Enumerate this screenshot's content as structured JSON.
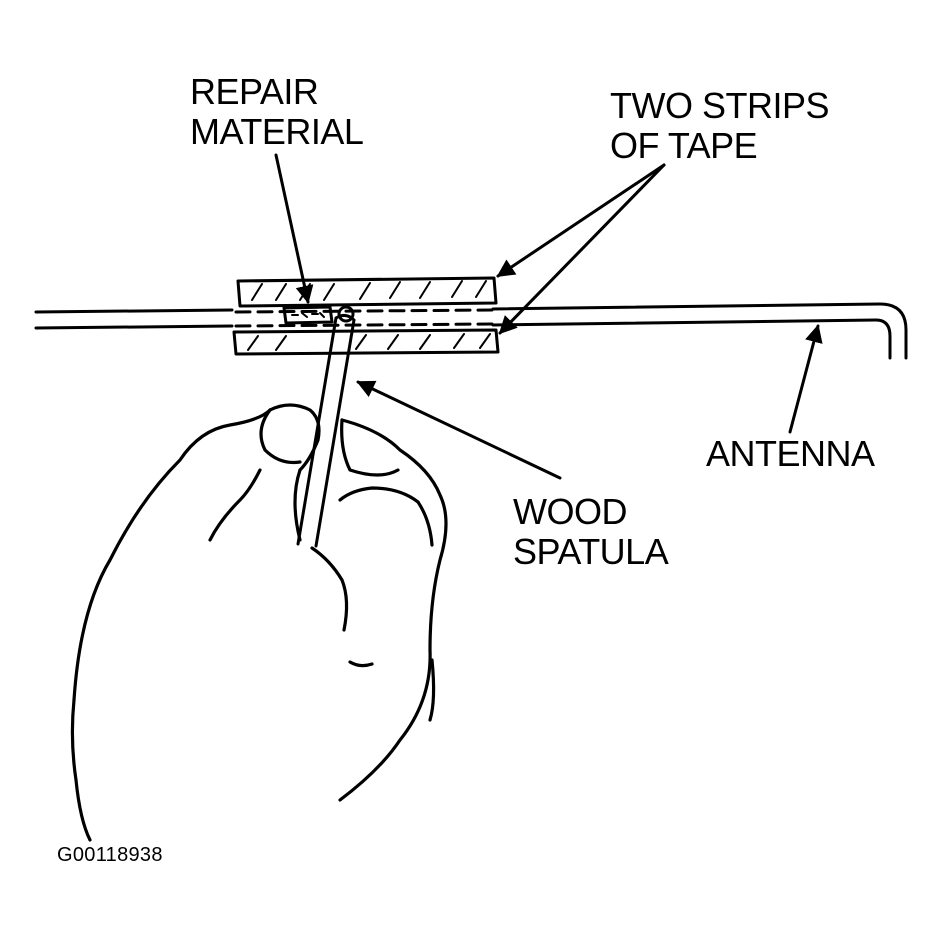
{
  "labels": {
    "repair_material": [
      "REPAIR",
      "MATERIAL"
    ],
    "two_strips_of_tape": [
      "TWO STRIPS",
      "OF TAPE"
    ],
    "antenna": "ANTENNA",
    "wood_spatula": [
      "WOOD",
      "SPATULA"
    ]
  },
  "figure_id": "G00118938",
  "colors": {
    "ink": "#000000",
    "paper": "#ffffff"
  }
}
